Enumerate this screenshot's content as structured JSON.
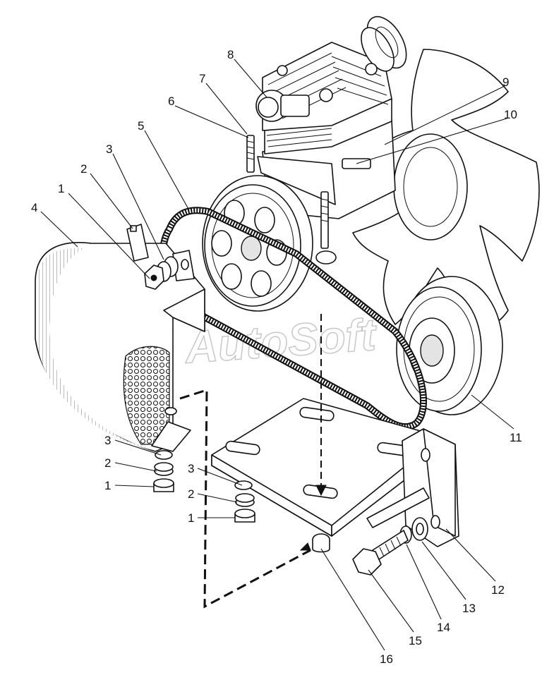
{
  "watermark": "AutoSoft",
  "callouts": [
    {
      "id": "1a",
      "label": "1"
    },
    {
      "id": "2a",
      "label": "2"
    },
    {
      "id": "3a",
      "label": "3"
    },
    {
      "id": "4",
      "label": "4"
    },
    {
      "id": "5",
      "label": "5"
    },
    {
      "id": "6",
      "label": "6"
    },
    {
      "id": "7",
      "label": "7"
    },
    {
      "id": "8",
      "label": "8"
    },
    {
      "id": "9",
      "label": "9"
    },
    {
      "id": "10",
      "label": "10"
    },
    {
      "id": "11",
      "label": "11"
    },
    {
      "id": "12",
      "label": "12"
    },
    {
      "id": "13",
      "label": "13"
    },
    {
      "id": "14",
      "label": "14"
    },
    {
      "id": "15",
      "label": "15"
    },
    {
      "id": "16",
      "label": "16"
    },
    {
      "id": "3b",
      "label": "3"
    },
    {
      "id": "2b",
      "label": "2"
    },
    {
      "id": "1b",
      "label": "1"
    },
    {
      "id": "3c",
      "label": "3"
    },
    {
      "id": "2c",
      "label": "2"
    },
    {
      "id": "1c",
      "label": "1"
    }
  ]
}
